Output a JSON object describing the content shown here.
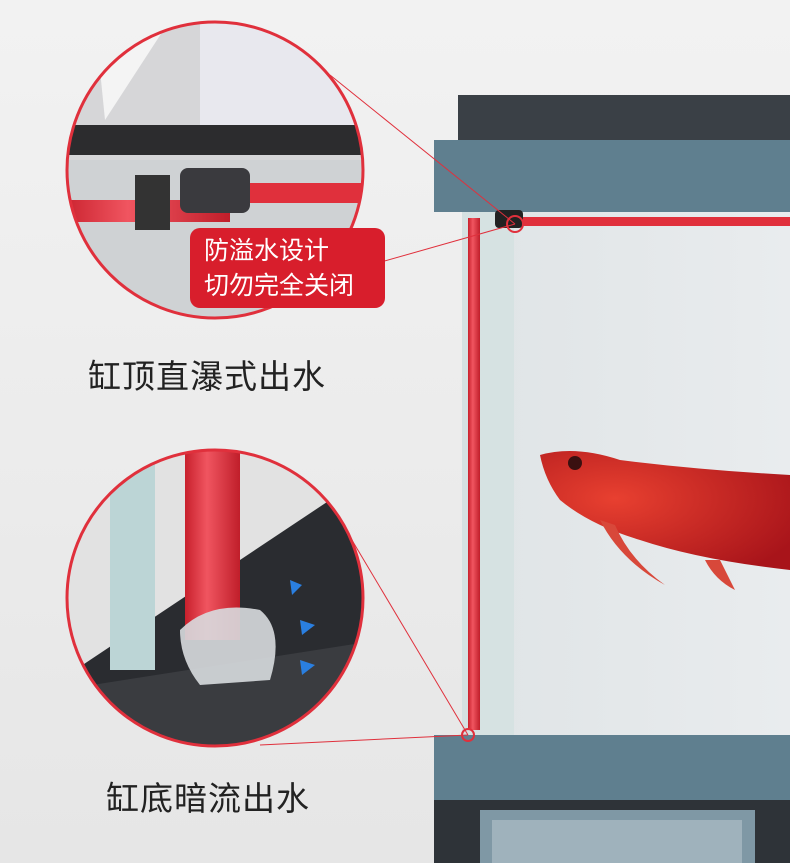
{
  "badge": {
    "line1": "防溢水设计",
    "line2": "切勿完全关闭"
  },
  "captions": {
    "top": "缸顶直瀑式出水",
    "bottom": "缸底暗流出水"
  },
  "colors": {
    "pipe": "#e8323f",
    "tank_frame": "#5f7f8f",
    "cabinet": "#2e3338",
    "badge": "#d81e2c"
  }
}
